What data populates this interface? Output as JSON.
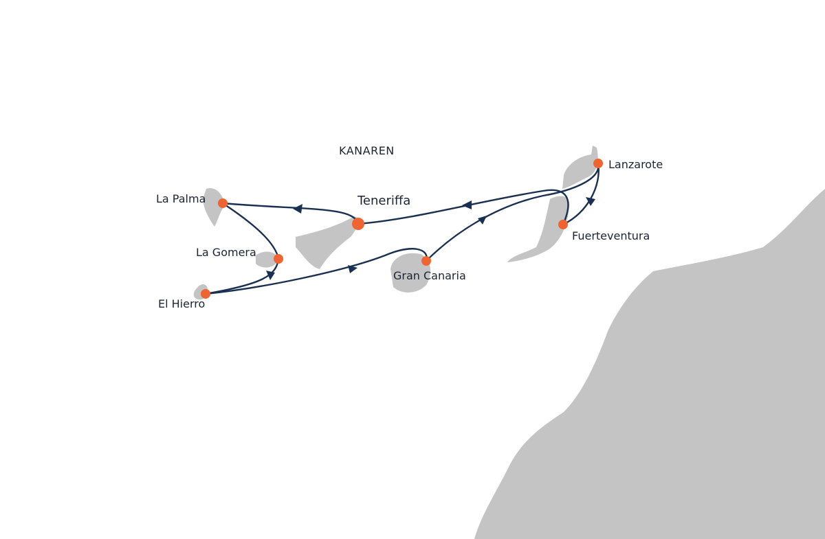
{
  "region_label": "KANAREN",
  "colors": {
    "land": "#c4c4c4",
    "route": "#1a3052",
    "port": "#ef6430",
    "water": "#ffffff"
  },
  "ports": [
    {
      "id": "teneriffa",
      "name": "Teneriffa",
      "start": true
    },
    {
      "id": "lapalma",
      "name": "La Palma"
    },
    {
      "id": "lagomera",
      "name": "La Gomera"
    },
    {
      "id": "elhierro",
      "name": "El Hierro"
    },
    {
      "id": "grancanaria",
      "name": "Gran Canaria"
    },
    {
      "id": "lanzarote",
      "name": "Lanzarote"
    },
    {
      "id": "fuerteventura",
      "name": "Fuerteventura"
    }
  ],
  "route_order": [
    "Teneriffa",
    "La Palma",
    "La Gomera",
    "El Hierro",
    "Gran Canaria",
    "Lanzarote",
    "Fuerteventura",
    "Teneriffa"
  ]
}
